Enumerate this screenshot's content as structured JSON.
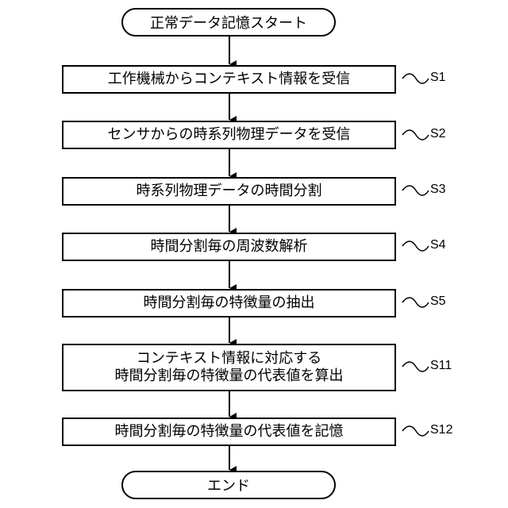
{
  "start": {
    "label": "正常データ記憶スタート"
  },
  "end": {
    "label": "エンド"
  },
  "steps": [
    {
      "id": "S1",
      "text": "工作機械からコンテキスト情報を受信"
    },
    {
      "id": "S2",
      "text": "センサからの時系列物理データを受信"
    },
    {
      "id": "S3",
      "text": "時系列物理データの時間分割"
    },
    {
      "id": "S4",
      "text": "時間分割毎の周波数解析"
    },
    {
      "id": "S5",
      "text": "時間分割毎の特徴量の抽出"
    },
    {
      "id": "S11",
      "line1": "コンテキスト情報に対応する",
      "line2": "時間分割毎の特徴量の代表値を算出"
    },
    {
      "id": "S12",
      "text": "時間分割毎の特徴量の代表値を記憶"
    }
  ]
}
